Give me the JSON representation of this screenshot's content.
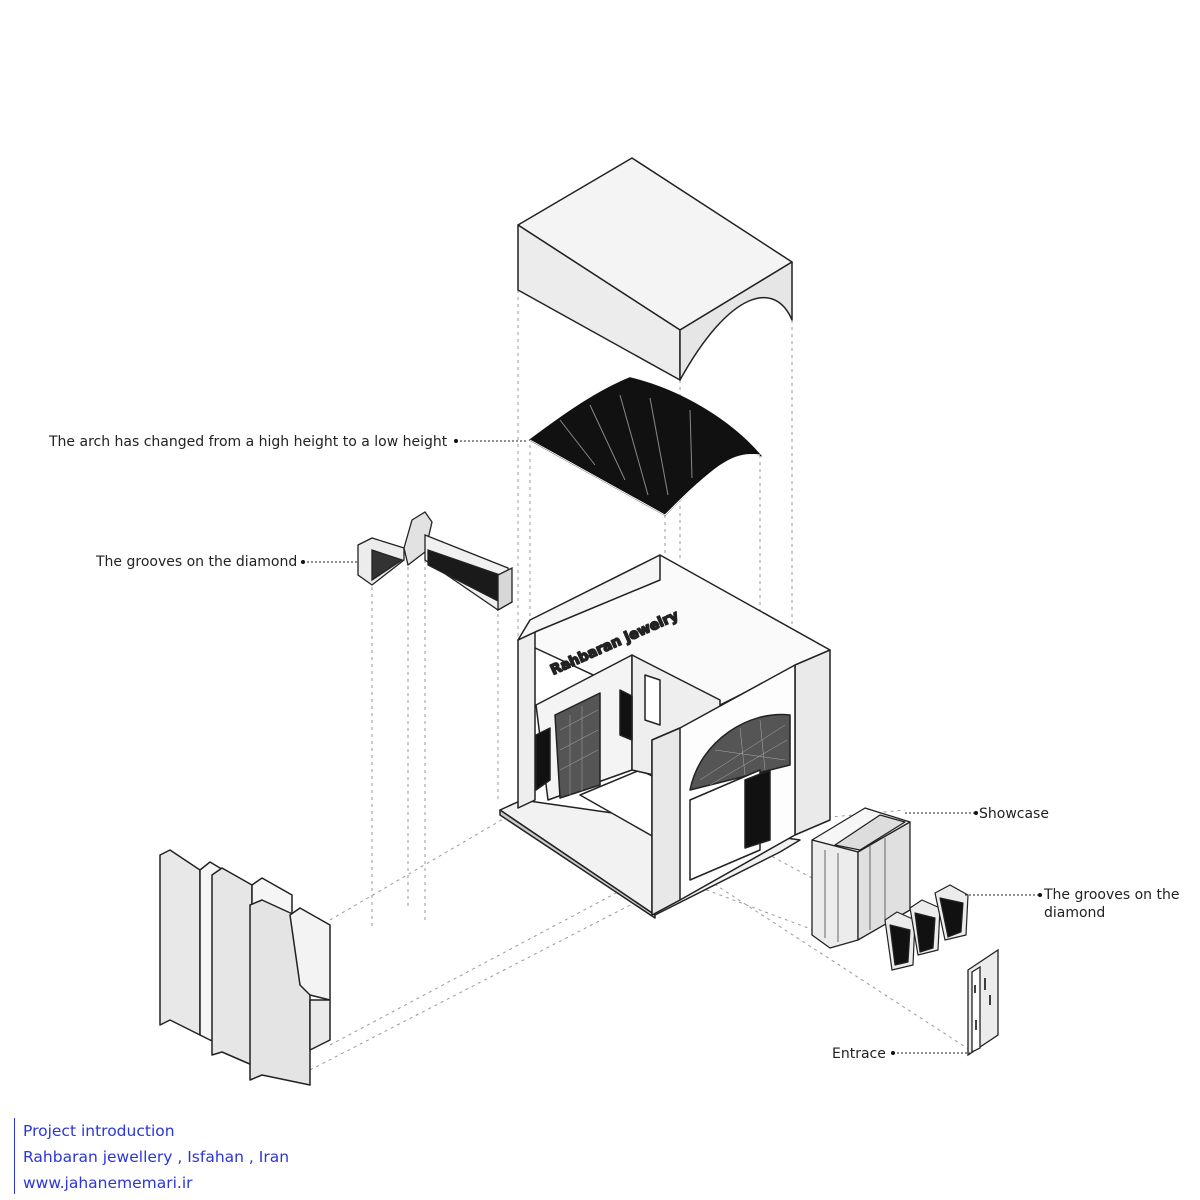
{
  "annotations": {
    "arch": "The arch has changed from a high height to a low height",
    "grooves_left": "The grooves on the diamond",
    "showcase": "Showcase",
    "grooves_right_line1": "The grooves on the",
    "grooves_right_line2": "diamond",
    "entrance": "Entrace",
    "shop_sign": "Rahbaran jewelry"
  },
  "credit": {
    "line1": "Project introduction",
    "line2": "Rahbaran jewellery , Isfahan , Iran",
    "line3": "www.jahanememari.ir"
  },
  "colors": {
    "credit_text": "#2a36d8",
    "surface_light": "#ececec",
    "surface_white": "#ffffff",
    "roof_dark": "#111111",
    "line": "#222222"
  }
}
